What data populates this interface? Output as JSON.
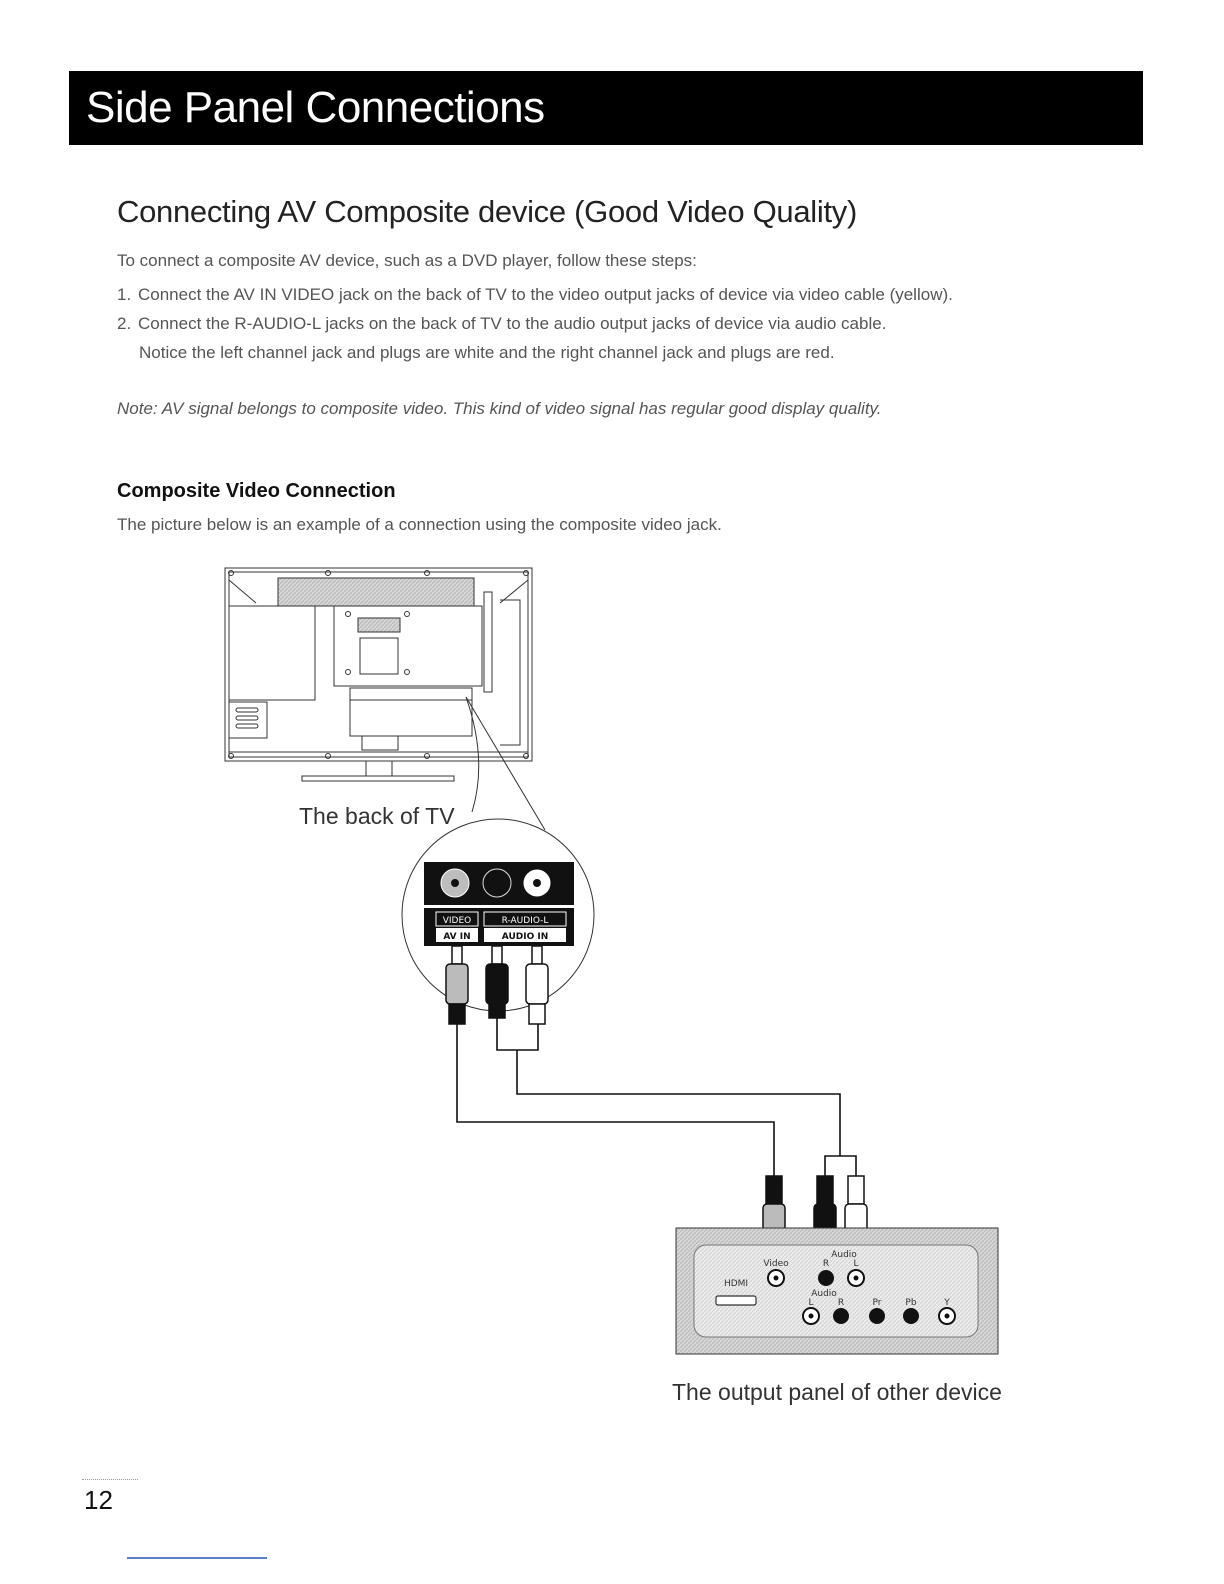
{
  "header": {
    "title": "Side Panel Connections"
  },
  "section": {
    "title": "Connecting AV Composite device (Good Video Quality)",
    "intro": "To connect a composite AV device, such as a DVD player, follow these steps:",
    "steps": [
      {
        "num": "1.",
        "text": "Connect the AV IN VIDEO jack on the back of TV to the video output jacks of device via video cable (yellow)."
      },
      {
        "num": "2.",
        "text": "Connect the R-AUDIO-L jacks on the back of TV to the audio output jacks of device via audio cable."
      }
    ],
    "step2_continued": "Notice the left channel jack and plugs are white and the right channel jack and plugs are red.",
    "note": "Note: AV signal belongs to composite video. This kind of video signal has regular good display quality."
  },
  "subsection": {
    "title": "Composite Video Connection",
    "description": "The picture below is an example of a connection using the composite video jack."
  },
  "diagram": {
    "tv_caption": "The back of TV",
    "jack_labels": {
      "video": "VIDEO",
      "av_in": "AV IN",
      "audio": "R-AUDIO-L",
      "audio_in": "AUDIO IN"
    },
    "device_caption": "The output panel of other device",
    "device_labels": {
      "video": "Video",
      "audio_top": "Audio",
      "r": "R",
      "l": "L",
      "hdmi": "HDMI",
      "audio": "Audio",
      "l2": "L",
      "r2": "R",
      "pr": "Pr",
      "pb": "Pb",
      "y": "Y"
    }
  },
  "footer": {
    "page_number": "12"
  }
}
